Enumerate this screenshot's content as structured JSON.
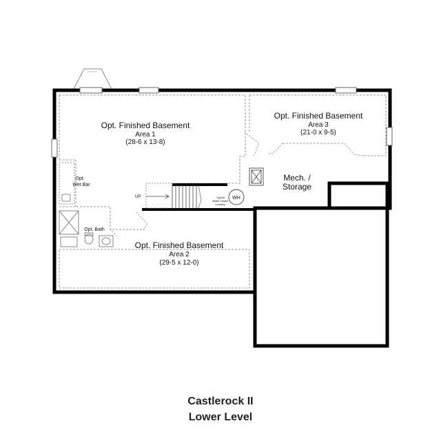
{
  "plan": {
    "area1": {
      "title": "Opt. Finished Basement",
      "name": "Area 1",
      "dims": "(28-6 x 13-8)"
    },
    "area2": {
      "title": "Opt. Finished Basement",
      "name": "Area 2",
      "dims": "(29-5 x 12-0)"
    },
    "area3": {
      "title": "Opt. Finished Basement",
      "name": "Area 3",
      "dims": "(21-0 x 9-5)"
    },
    "mech": {
      "line1": "Mech. /",
      "line2": "Storage"
    },
    "wet_bar": {
      "line1": "Opt.",
      "line2": "Wet Bar"
    },
    "bath": "Opt. Bath",
    "stairs_label": "UP",
    "water_heater": {
      "symbol": "WH",
      "note1": "Typical",
      "note2": "Water Heater",
      "note3": "Location"
    }
  },
  "caption": {
    "line1": "Castlerock II",
    "line2": "Lower Level"
  }
}
